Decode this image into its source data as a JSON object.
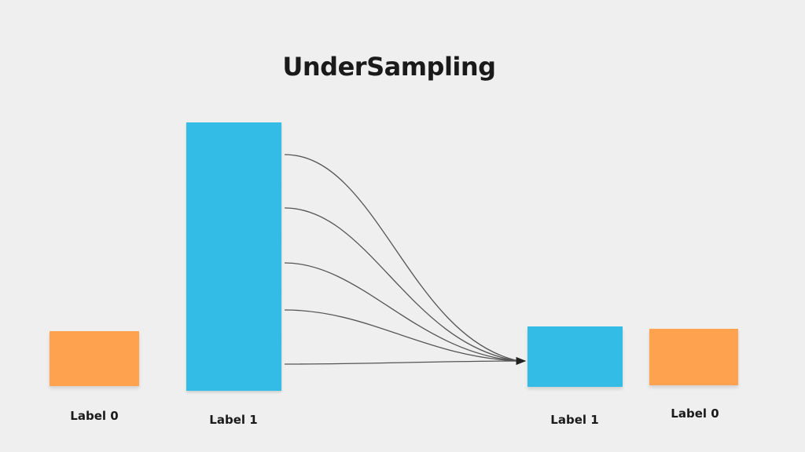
{
  "title": "UnderSampling",
  "colors": {
    "label0": "#ffa24f",
    "label1": "#33bde6",
    "background": "#efefef",
    "arrow": "#555555"
  },
  "left_group": {
    "label0_text": "Label 0",
    "label1_text": "Label 1",
    "label1_note_count": 5
  },
  "right_group": {
    "label1_text": "Label 1",
    "label0_text": "Label 0"
  }
}
